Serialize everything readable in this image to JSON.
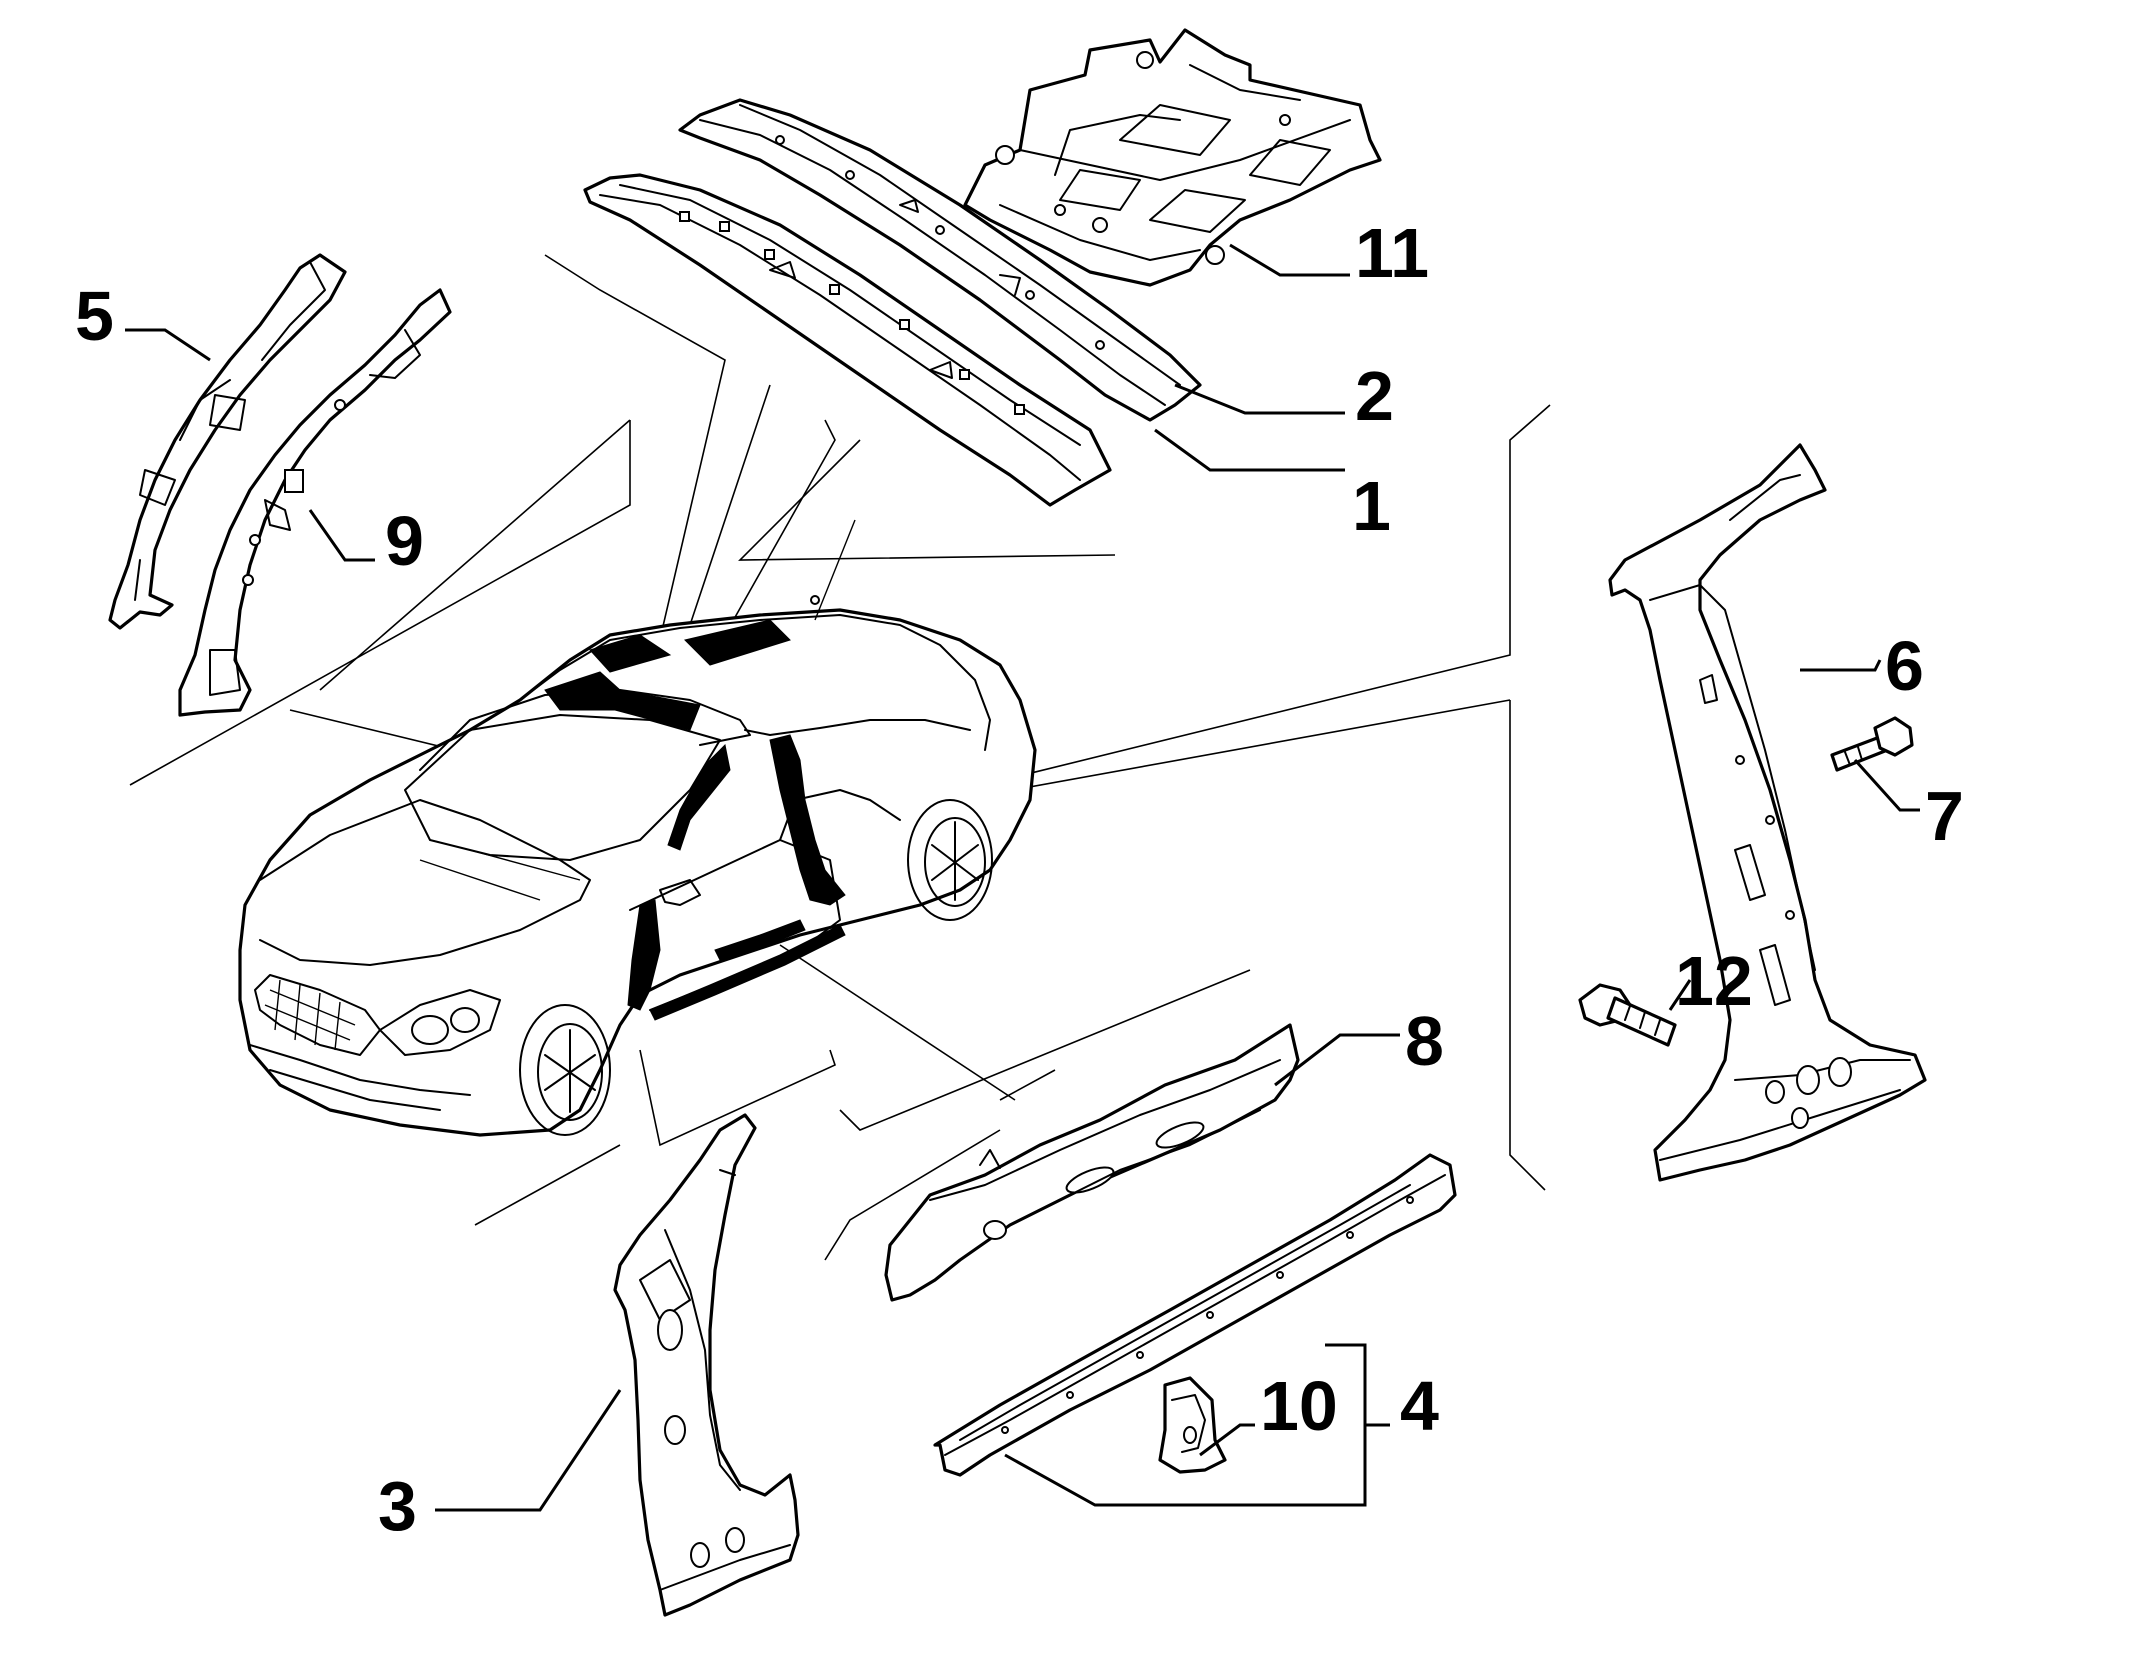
{
  "diagram": {
    "callouts": [
      {
        "id": "1",
        "label": "1"
      },
      {
        "id": "2",
        "label": "2"
      },
      {
        "id": "3",
        "label": "3"
      },
      {
        "id": "4",
        "label": "4"
      },
      {
        "id": "5",
        "label": "5"
      },
      {
        "id": "6",
        "label": "6"
      },
      {
        "id": "7",
        "label": "7"
      },
      {
        "id": "8",
        "label": "8"
      },
      {
        "id": "9",
        "label": "9"
      },
      {
        "id": "10",
        "label": "10"
      },
      {
        "id": "11",
        "label": "11"
      },
      {
        "id": "12",
        "label": "12"
      }
    ],
    "colors": {
      "line": "#000000",
      "background": "#ffffff",
      "highlight": "#000000"
    }
  }
}
